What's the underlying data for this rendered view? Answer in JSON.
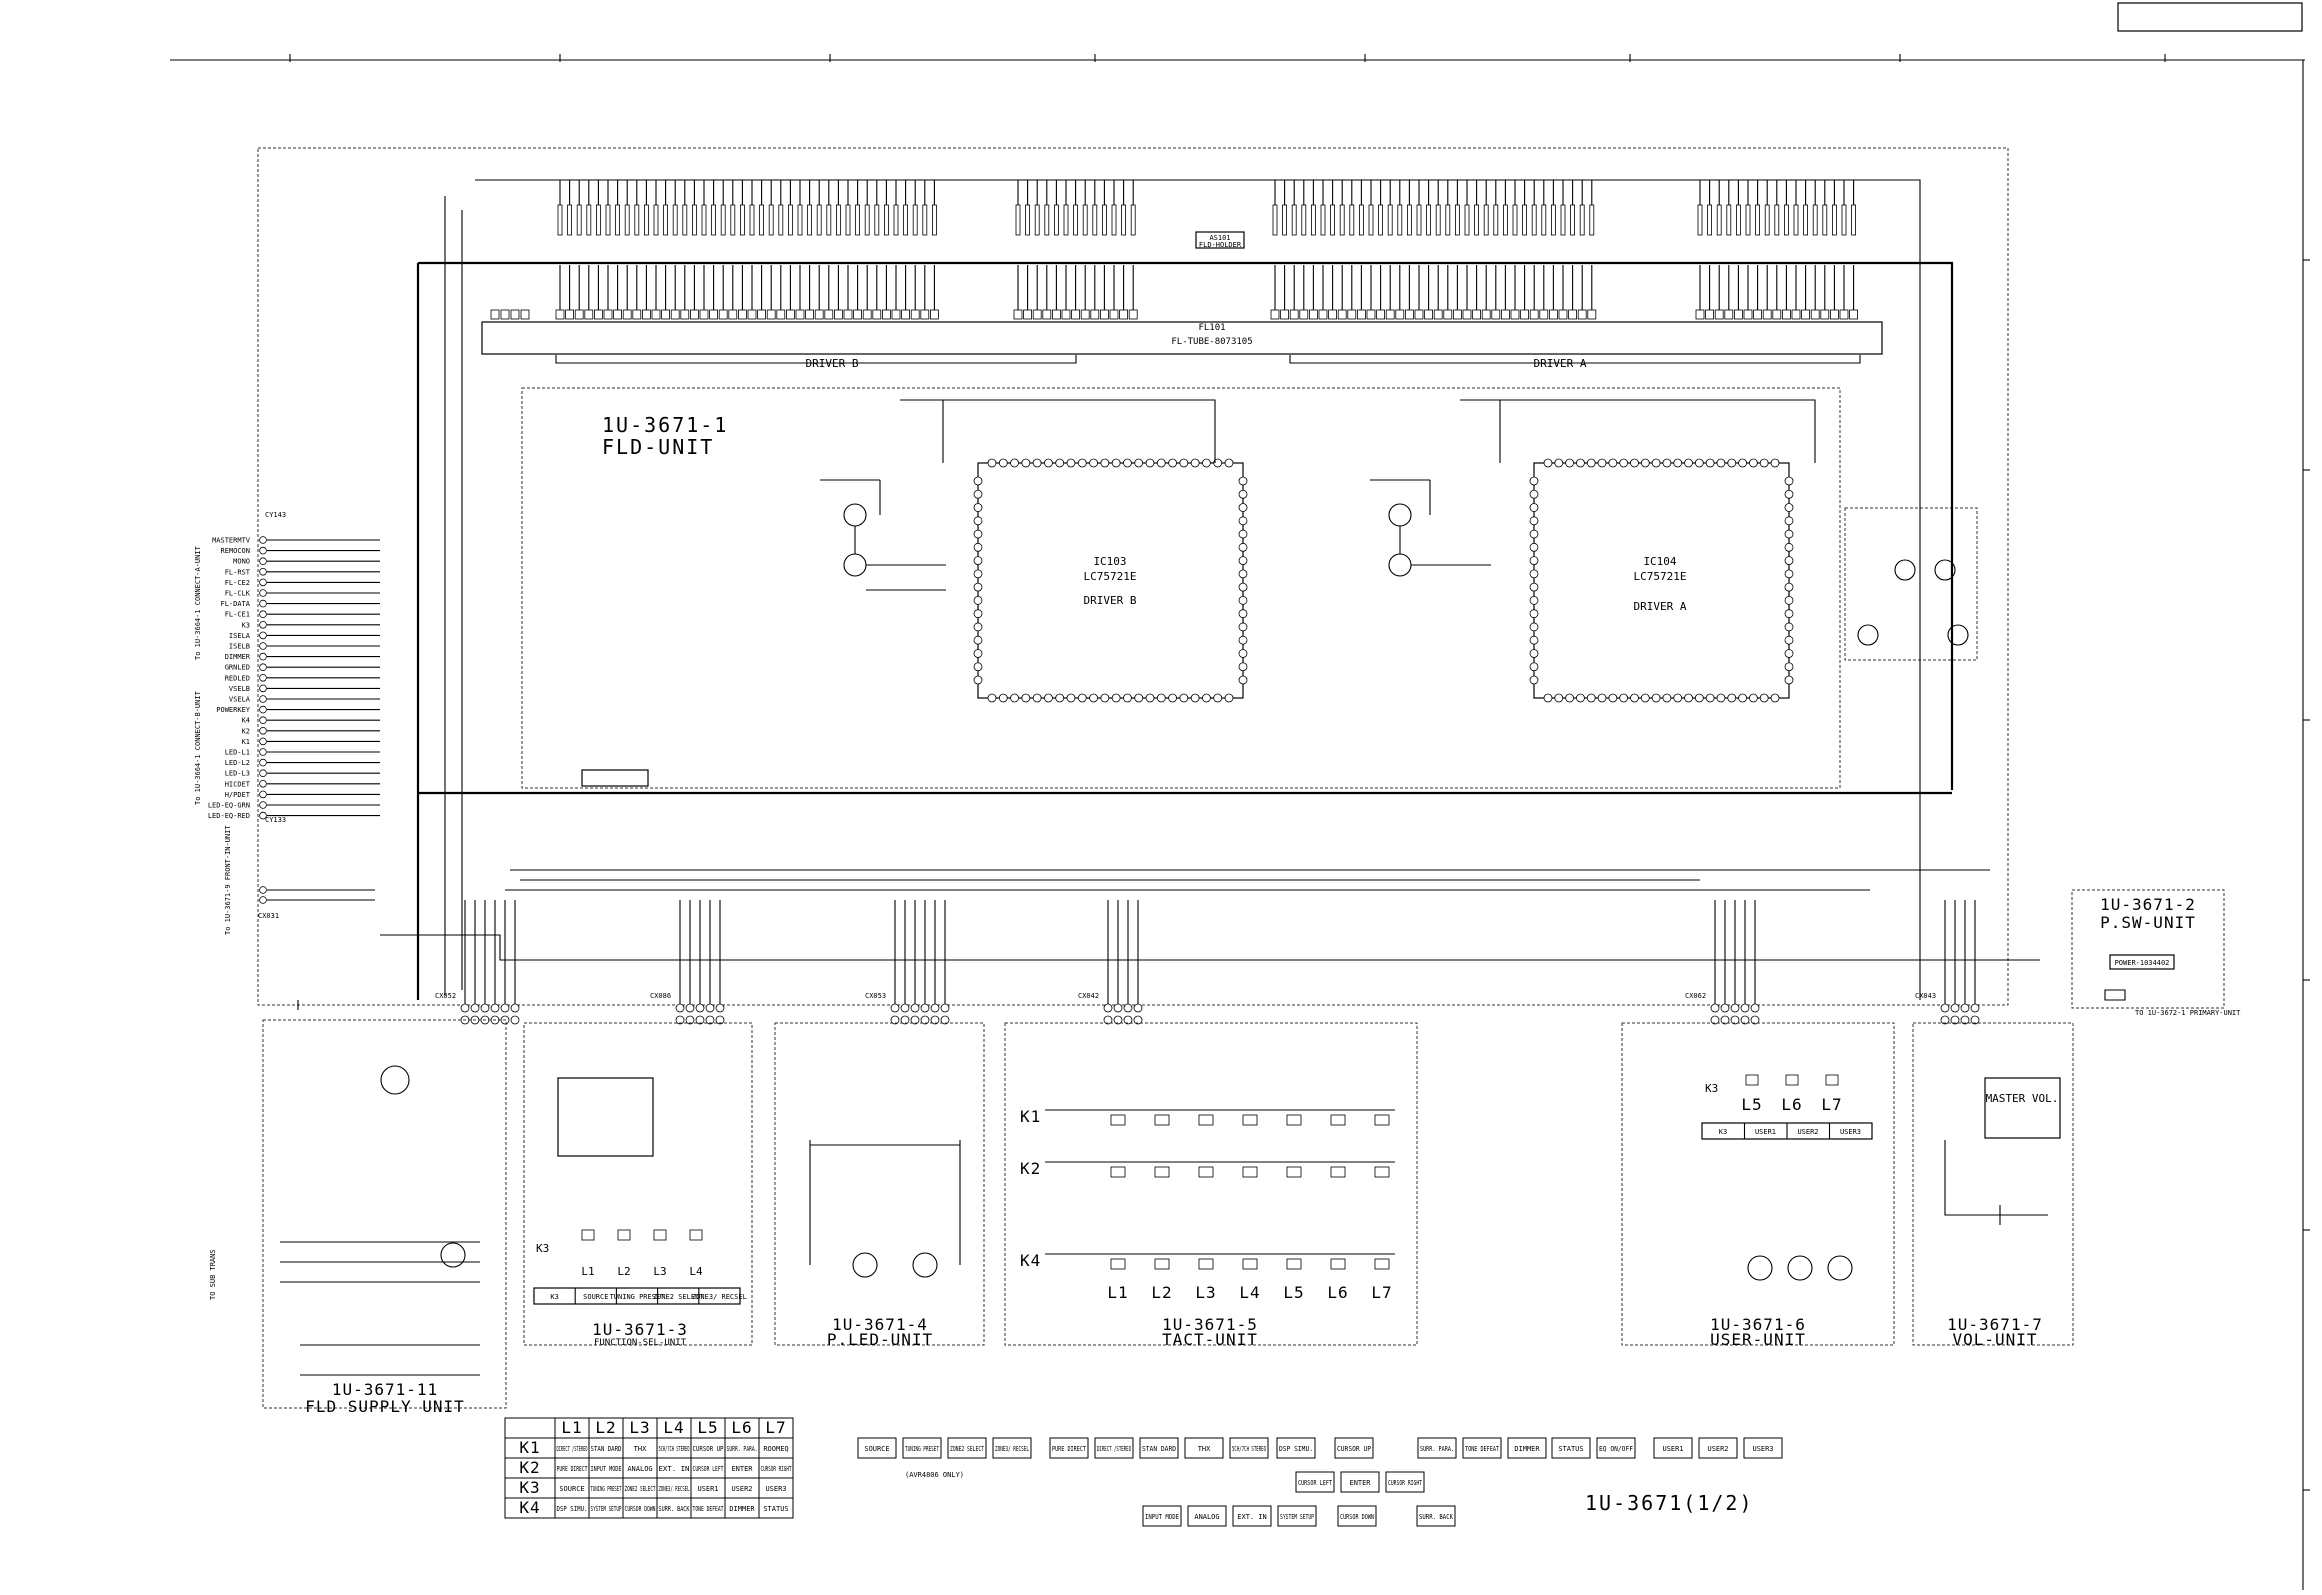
{
  "sheet": {
    "title": "1U-3671(1/2)"
  },
  "tube": {
    "ref": "FL101",
    "part": "FL-TUBE-8073105",
    "holder_ref": "AS101",
    "holder_label": "FLD-HOLDER"
  },
  "drivers": {
    "b_label": "DRIVER B",
    "a_label": "DRIVER A"
  },
  "ics": [
    {
      "ref": "IC103",
      "part": "LC75721E",
      "role": "DRIVER B"
    },
    {
      "ref": "IC104",
      "part": "LC75721E",
      "role": "DRIVER A"
    }
  ],
  "fld_unit": {
    "num": "1U-3671-1",
    "name": "FLD-UNIT"
  },
  "psw_unit": {
    "num": "1U-3671-2",
    "name": "P.SW-UNIT",
    "switch": "POWER-1034402",
    "dest": "TO 1U-3672-1 PRIMARY-UNIT"
  },
  "units": [
    {
      "num": "1U-3671-11",
      "name": "FLD SUPPLY UNIT"
    },
    {
      "num": "1U-3671-3",
      "name": "FUNCTION-SEL-UNIT"
    },
    {
      "num": "1U-3671-4",
      "name": "P.LED-UNIT"
    },
    {
      "num": "1U-3671-5",
      "name": "TACT-UNIT"
    },
    {
      "num": "1U-3671-6",
      "name": "USER-UNIT"
    },
    {
      "num": "1U-3671-7",
      "name": "VOL-UNIT"
    }
  ],
  "connectors": {
    "cy143": "CY143",
    "cy133": "CY133",
    "cx031": "CX031",
    "left_signals": [
      "MASTERMTV",
      "REMOCON",
      "MONO",
      "FL-RST",
      "FL-CE2",
      "FL-CLK",
      "FL-DATA",
      "FL-CE1",
      "K3",
      "ISELA",
      "ISELB",
      "DIMMER",
      "GRNLED",
      "REDLED",
      "VSELB",
      "VSELA",
      "POWERKEY",
      "K4",
      "K2",
      "K1",
      "LED-L1",
      "LED-L2",
      "LED-L3",
      "HICDET",
      "H/PDET",
      "LED-EQ-GRN",
      "LED-EQ-RED"
    ],
    "bottom_labels": [
      "CX052",
      "CX086",
      "CX053",
      "CX042",
      "CX062",
      "CX043"
    ],
    "side_notes": [
      "To 1U-3664-1 CONNECT-A-UNIT",
      "To 1U-3664-1 CONNECT-B-UNIT",
      "To 1U-3671-9 FRONT-IN-UNIT",
      "TO SUB TRANS"
    ]
  },
  "key_rows": [
    "K1",
    "K2",
    "K3",
    "K4"
  ],
  "key_cols": [
    "L1",
    "L2",
    "L3",
    "L4",
    "L5",
    "L6",
    "L7"
  ],
  "key_table": [
    [
      "DIRECT /STEREO",
      "STAN DARD",
      "THX",
      "5CH/7CH STEREO",
      "CURSOR UP",
      "SURR. PARA.",
      "ROOMEQ"
    ],
    [
      "PURE DIRECT",
      "INPUT MODE",
      "ANALOG",
      "EXT. IN",
      "CURSOR LEFT",
      "ENTER",
      "CURSOR RIGHT"
    ],
    [
      "SOURCE",
      "TUNING PRESET",
      "ZONE2 SELECT",
      "ZONE3/ RECSEL",
      "USER1",
      "USER2",
      "USER3"
    ],
    [
      "DSP SIMU.",
      "SYSTEM SETUP",
      "CURSOR DOWN",
      "SURR. BACK",
      "TONE DEFEAT",
      "DIMMER",
      "STATUS"
    ]
  ],
  "panel_layout": {
    "row1": [
      "SOURCE",
      "TUNING PRESET",
      "ZONE2 SELECT",
      "ZONE3/ RECSEL",
      "PURE DIRECT",
      "DIRECT /STEREO",
      "STAN DARD",
      "THX",
      "5CH/7CH STEREO",
      "DSP SIMU.",
      "CURSOR UP",
      "SURR. PARA.",
      "TONE DEFEAT",
      "DIMMER",
      "STATUS",
      "EQ ON/OFF",
      "USER1",
      "USER2",
      "USER3"
    ],
    "row2": [
      "CURSOR LEFT",
      "ENTER",
      "CURSOR RIGHT"
    ],
    "row3": [
      "INPUT MODE",
      "ANALOG",
      "EXT. IN",
      "SYSTEM SETUP",
      "CURSOR DOWN",
      "SURR. BACK"
    ],
    "note": "(AVR4806 ONLY)"
  },
  "tact": {
    "rows": [
      "K1",
      "K2",
      "K4"
    ],
    "cols": [
      "L1",
      "L2",
      "L3",
      "L4",
      "L5",
      "L6",
      "L7"
    ]
  },
  "fsel": {
    "row": "K3",
    "cols": [
      "L1",
      "L2",
      "L3",
      "L4"
    ],
    "labels": [
      "K3",
      "SOURCE",
      "TUNING PRESET",
      "ZONE2 SELECT",
      "ZONE3/ RECSEL"
    ]
  },
  "user": {
    "row": "K3",
    "cols": [
      "L5",
      "L6",
      "L7"
    ],
    "labels": [
      "K3",
      "USER1",
      "USER2",
      "USER3"
    ]
  },
  "vol": {
    "label": "MASTER VOL."
  }
}
